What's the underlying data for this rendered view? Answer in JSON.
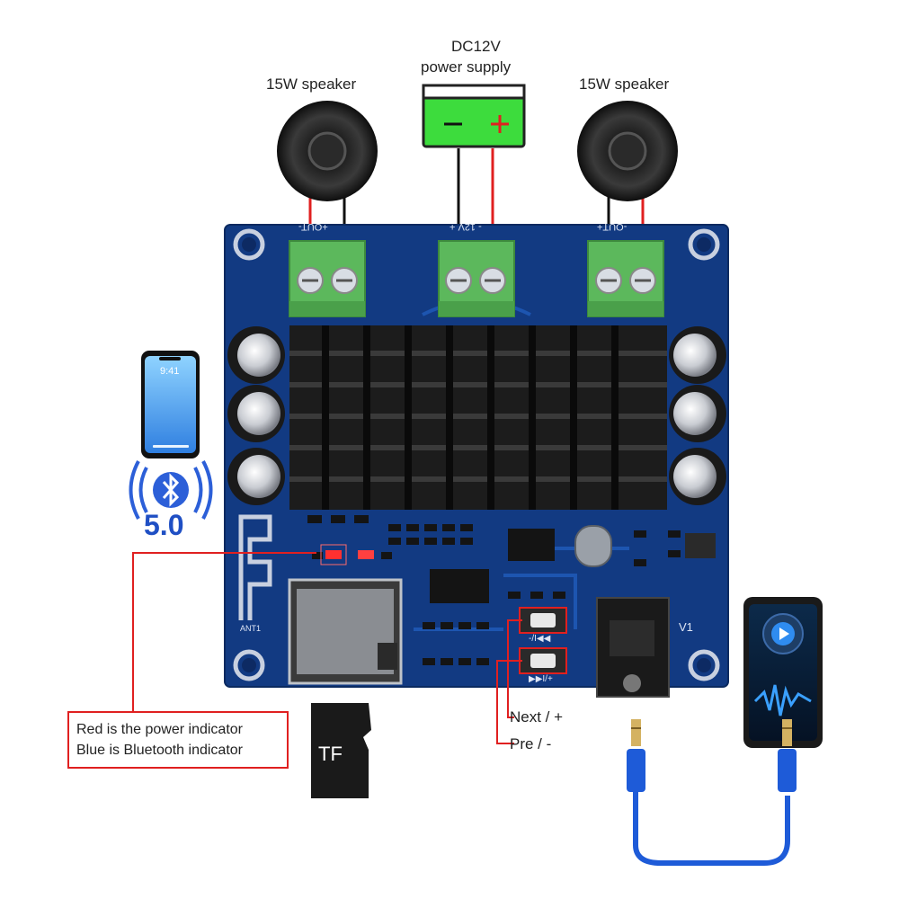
{
  "labels": {
    "speaker_left": "15W speaker",
    "speaker_right": "15W speaker",
    "power_line1": "DC12V",
    "power_line2": "power supply",
    "bt_version": "5.0",
    "phone_time": "9:41",
    "tf_card": "TF",
    "next_button": "Next / +",
    "pre_button": "Pre / -",
    "indicator_line1": "Red is the power indicator",
    "indicator_line2": "Blue is Bluetooth indicator"
  },
  "board_text": {
    "out_left": "+OUT-",
    "power_terminal": "- 12V +",
    "out_right": "-OUT+",
    "antenna": "ANT1",
    "version": "V1",
    "prev_key": "-/I◀◀",
    "next_key": "▶▶I/+"
  },
  "colors": {
    "board": "#123a82",
    "terminal": "#5cb85c",
    "battery": "#3ddc3d",
    "callout": "#e02020",
    "heatsink": "#1c1c1c",
    "cable": "#1e5bd8"
  },
  "icons": [
    "bluetooth-icon",
    "smartphone-icon",
    "music-player-icon",
    "speaker-icon",
    "tf-card-icon"
  ]
}
